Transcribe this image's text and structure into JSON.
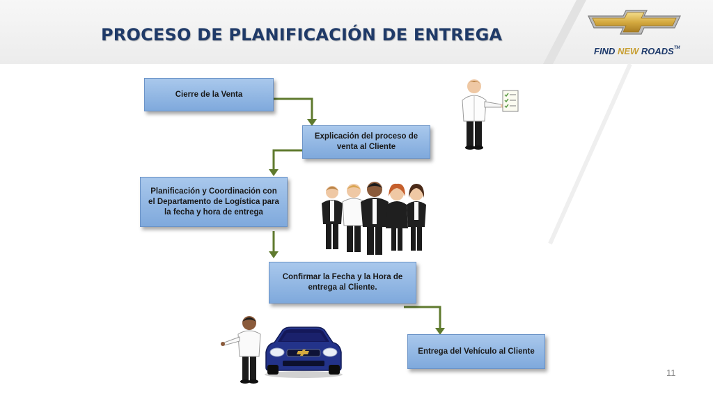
{
  "slide": {
    "title": "PROCESO DE PLANIFICACIÓN DE ENTREGA",
    "page_number": "11"
  },
  "brand": {
    "logo_icon": "chevrolet-bowtie-icon",
    "tagline_part1": "FIND ",
    "tagline_part2": "NEW",
    "tagline_part3": " ROADS",
    "tagline_mark": "TM",
    "gold": "#c8a035",
    "navy": "#1e3a6b"
  },
  "flow": {
    "steps": [
      {
        "label": "Cierre de la Venta"
      },
      {
        "label": "Explicación del proceso de venta al Cliente"
      },
      {
        "label": "Planificación y Coordinación con el Departamento de Logística para la fecha y hora de entrega"
      },
      {
        "label": "Confirmar la Fecha y la Hora de entrega al Cliente."
      },
      {
        "label": "Entrega del Vehículo al Cliente"
      }
    ],
    "box_color": "#8fb4e3",
    "connector_color": "#5f7a2e"
  },
  "illustrations": {
    "presenter": "salesperson-checklist-icon",
    "team": "logistics-team-icon",
    "delivery": "salesperson-car-delivery-icon"
  }
}
